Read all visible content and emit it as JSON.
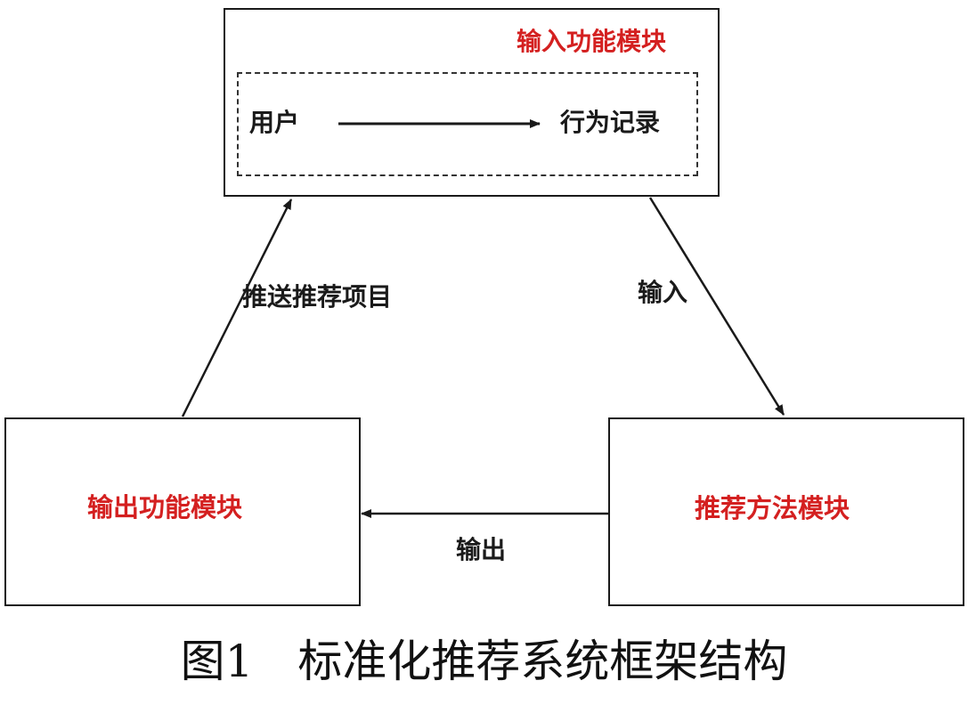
{
  "diagram": {
    "input_module": {
      "title": "输入功能模块",
      "user": "用户",
      "behavior_record": "行为记录"
    },
    "output_module": {
      "title": "输出功能模块"
    },
    "recommend_module": {
      "title": "推荐方法模块"
    },
    "edges": {
      "push_items": "推送推荐项目",
      "input": "输入",
      "output": "输出"
    }
  },
  "caption": "图1　标准化推荐系统框架结构",
  "colors": {
    "module_title": "#d42020",
    "text": "#1a1a1a",
    "line": "#1a1a1a"
  }
}
